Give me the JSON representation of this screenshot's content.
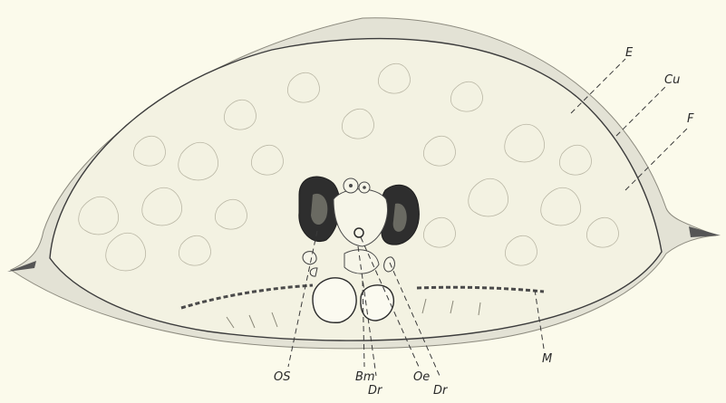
{
  "figure": {
    "labels": {
      "E": "E",
      "Cu": "Cu",
      "F": "F",
      "OS": "OS",
      "Bm": "Bm",
      "Dr1": "Dr",
      "Oe": "Oe",
      "Dr2": "Dr",
      "M": "M"
    },
    "colors": {
      "background": "#fbfaeb",
      "cuticle": "#e3e2d5",
      "outline": "#3c3c3c",
      "organ": "#2e2e2e"
    }
  }
}
